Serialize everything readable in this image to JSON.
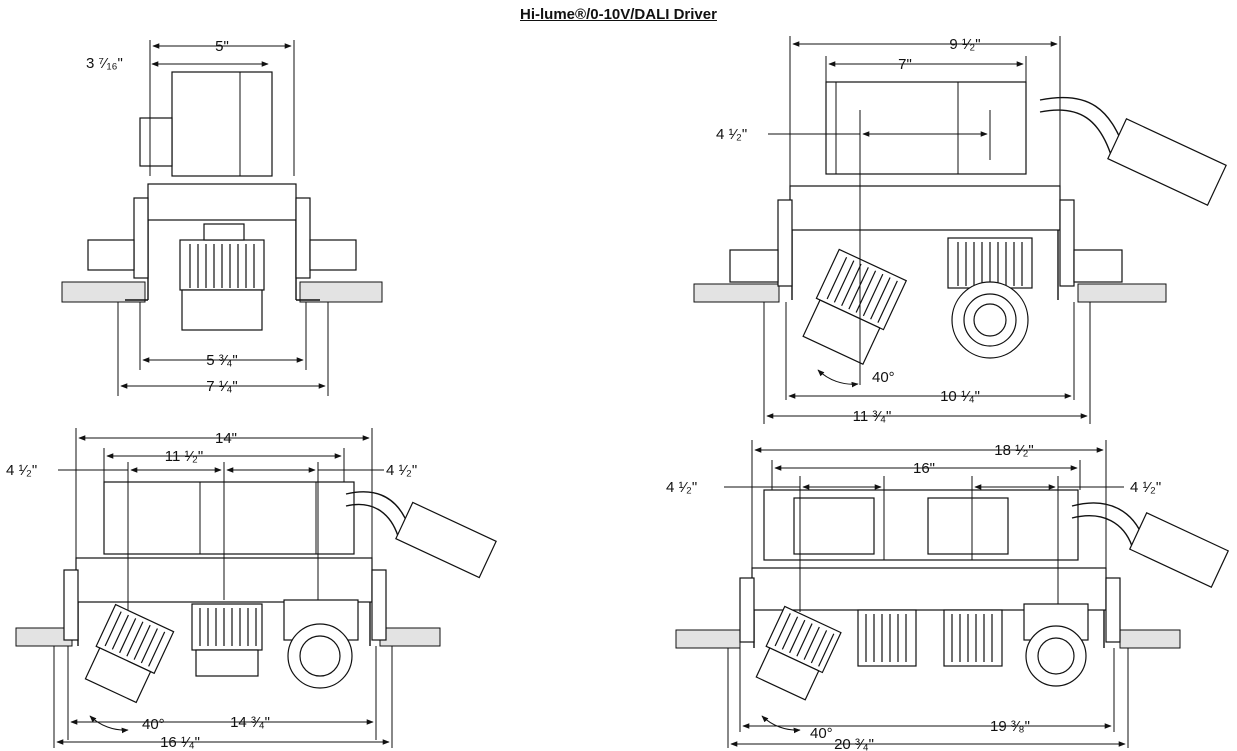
{
  "title": "Hi-lume®/0-10V/DALI Driver",
  "views": {
    "single": {
      "driver_depth": "3 ⁷⁄₁₆\"",
      "driver_width": "5\"",
      "inner_width": "5 ³⁄₄\"",
      "outer_width": "7 ¹⁄₄\""
    },
    "double": {
      "overall_top": "9 ¹⁄₂\"",
      "driver_length": "7\"",
      "spacing": "4 ¹⁄₂\"",
      "angle": "40°",
      "inner_width": "10 ¹⁄₄\"",
      "outer_width": "11 ³⁄₄\""
    },
    "triple": {
      "overall_top": "14\"",
      "driver_length": "11 ¹⁄₂\"",
      "spacing_left": "4 ¹⁄₂\"",
      "spacing_right": "4 ¹⁄₂\"",
      "angle": "40°",
      "inner_width": "14 ³⁄₄\"",
      "outer_width": "16 ¹⁄₄\""
    },
    "quad": {
      "overall_top": "18 ¹⁄₂\"",
      "driver_length": "16\"",
      "spacing_left": "4 ¹⁄₂\"",
      "spacing_right": "4 ¹⁄₂\"",
      "angle": "40°",
      "inner_width": "19 ³⁄₈\"",
      "outer_width": "20 ³⁄₄\""
    }
  }
}
